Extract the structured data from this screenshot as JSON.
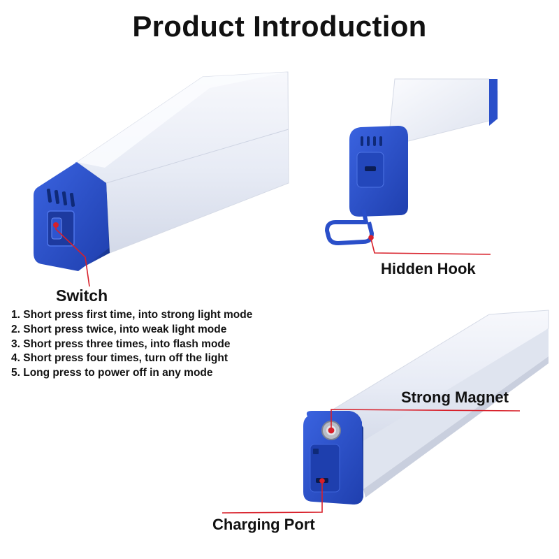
{
  "page": {
    "title": "Product Introduction"
  },
  "callouts": {
    "switch": "Switch",
    "hidden_hook": "Hidden Hook",
    "strong_magnet": "Strong Magnet",
    "charging_port": "Charging Port"
  },
  "instructions": [
    "1. Short press first time, into strong light mode",
    "2. Short press twice, into weak light mode",
    "3. Short press three times, into flash mode",
    "4. Short press four times, turn off the light",
    "5. Long press to power off in any mode"
  ],
  "colors": {
    "accent_blue": "#2a4fc9",
    "tube_white": "#eef1f8",
    "callout_red": "#d8202a",
    "text": "#111111"
  }
}
